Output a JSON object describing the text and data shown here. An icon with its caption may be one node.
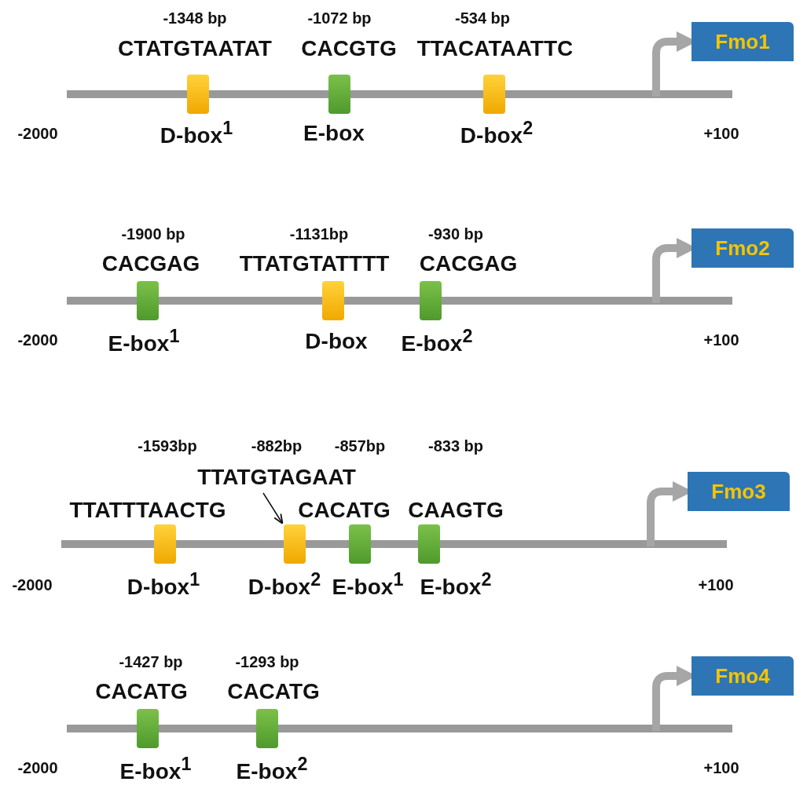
{
  "diagram": {
    "nodes": [
      {
        "text": [
          "Fmo1"
        ]
      },
      {
        "text": [],
        "shape": "box",
        "beside": [
          "-1348 bp",
          "CTATGTAATAT",
          "D-box$^{1}$"
        ]
      },
      {
        "text": [],
        "shape": "box",
        "beside": [
          "-1072 bp",
          "CACGTG",
          "E-box"
        ]
      },
      {
        "text": [],
        "shape": "box",
        "beside": [
          "-534 bp",
          "TTACATAATTC",
          "D-box$^{2}$"
        ]
      },
      {
        "text": [
          "Fmo2"
        ]
      },
      {
        "text": [],
        "shape": "box",
        "beside": [
          "-1900 bp",
          "CACGAG",
          "E-box$^{1}$"
        ]
      },
      {
        "text": [],
        "shape": "box",
        "beside": [
          "-1131bp",
          "TTATGTATTTT",
          "D-box"
        ]
      },
      {
        "text": [],
        "shape": "box",
        "beside": [
          "-930 bp",
          "CACGAG",
          "E-box$^{2}$"
        ]
      },
      {
        "text": [
          "Fmo3"
        ]
      },
      {
        "text": [],
        "shape": "box",
        "beside": [
          "TTATTTAACTG",
          "D-box$^{1}$"
        ]
      },
      {
        "text": [
          "TTATGTAGAAT"
        ]
      },
      {
        "text": [],
        "shape": "box",
        "beside": [
          "D-box$^{2}$"
        ]
      },
      {
        "text": [],
        "shape": "box",
        "beside": [
          "CACATG",
          "E-box$^{1}$"
        ]
      },
      {
        "text": [],
        "shape": "box",
        "beside": [
          "CAAGTG",
          "E-box$^{2}$"
        ]
      },
      {
        "text": [
          "Fmo4"
        ]
      },
      {
        "text": [],
        "shape": "box",
        "beside": [
          "-1427 bp",
          "CACATG",
          "E-box$^{1}$"
        ]
      },
      {
        "text": [],
        "shape": "box",
        "beside": [
          "-1293 bp",
          "CACATG",
          "E-box$^{2}$"
        ]
      }
    ],
    "edges": [
      {
        "from": null,
        "to": 0,
        "arrow": "to"
      },
      {
        "from": null,
        "to": 4,
        "arrow": "to"
      },
      {
        "from": 10,
        "to": 11,
        "arrow": "to",
        "color": "#111111"
      },
      {
        "from": null,
        "to": 8,
        "arrow": "to"
      },
      {
        "from": null,
        "to": 14,
        "arrow": "to"
      }
    ],
    "labels": [
      "-2000",
      "+100",
      "-2000",
      "+100",
      "-1593bp",
      "-882bp",
      "-857bp",
      "-833 bp",
      "-2000",
      "+100",
      "-2000",
      "+100"
    ]
  }
}
